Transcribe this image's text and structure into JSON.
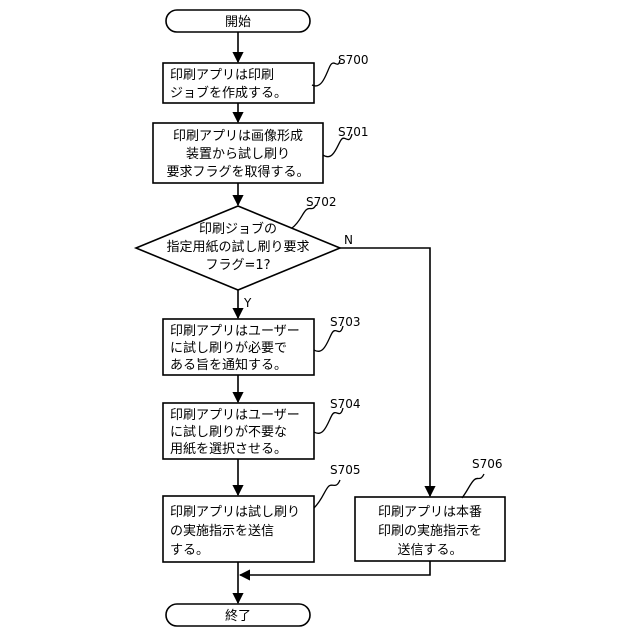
{
  "start": {
    "label": "開始"
  },
  "end": {
    "label": "終了"
  },
  "steps": {
    "s700": {
      "id": "S700",
      "lines": [
        "印刷アプリは印刷",
        "ジョブを作成する。"
      ]
    },
    "s701": {
      "id": "S701",
      "lines": [
        "印刷アプリは画像形成",
        "装置から試し刷り",
        "要求フラグを取得する。"
      ]
    },
    "s702": {
      "id": "S702",
      "lines": [
        "印刷ジョブの",
        "指定用紙の試し刷り要求",
        "フラグ=1?"
      ]
    },
    "s703": {
      "id": "S703",
      "lines": [
        "印刷アプリはユーザー",
        "に試し刷りが必要で",
        "ある旨を通知する。"
      ]
    },
    "s704": {
      "id": "S704",
      "lines": [
        "印刷アプリはユーザー",
        "に試し刷りが不要な",
        "用紙を選択させる。"
      ]
    },
    "s705": {
      "id": "S705",
      "lines": [
        "印刷アプリは試し刷り",
        "の実施指示を送信",
        "する。"
      ]
    },
    "s706": {
      "id": "S706",
      "lines": [
        "印刷アプリは本番",
        "印刷の実施指示を",
        "送信する。"
      ]
    }
  },
  "branch": {
    "yes": "Y",
    "no": "N"
  }
}
